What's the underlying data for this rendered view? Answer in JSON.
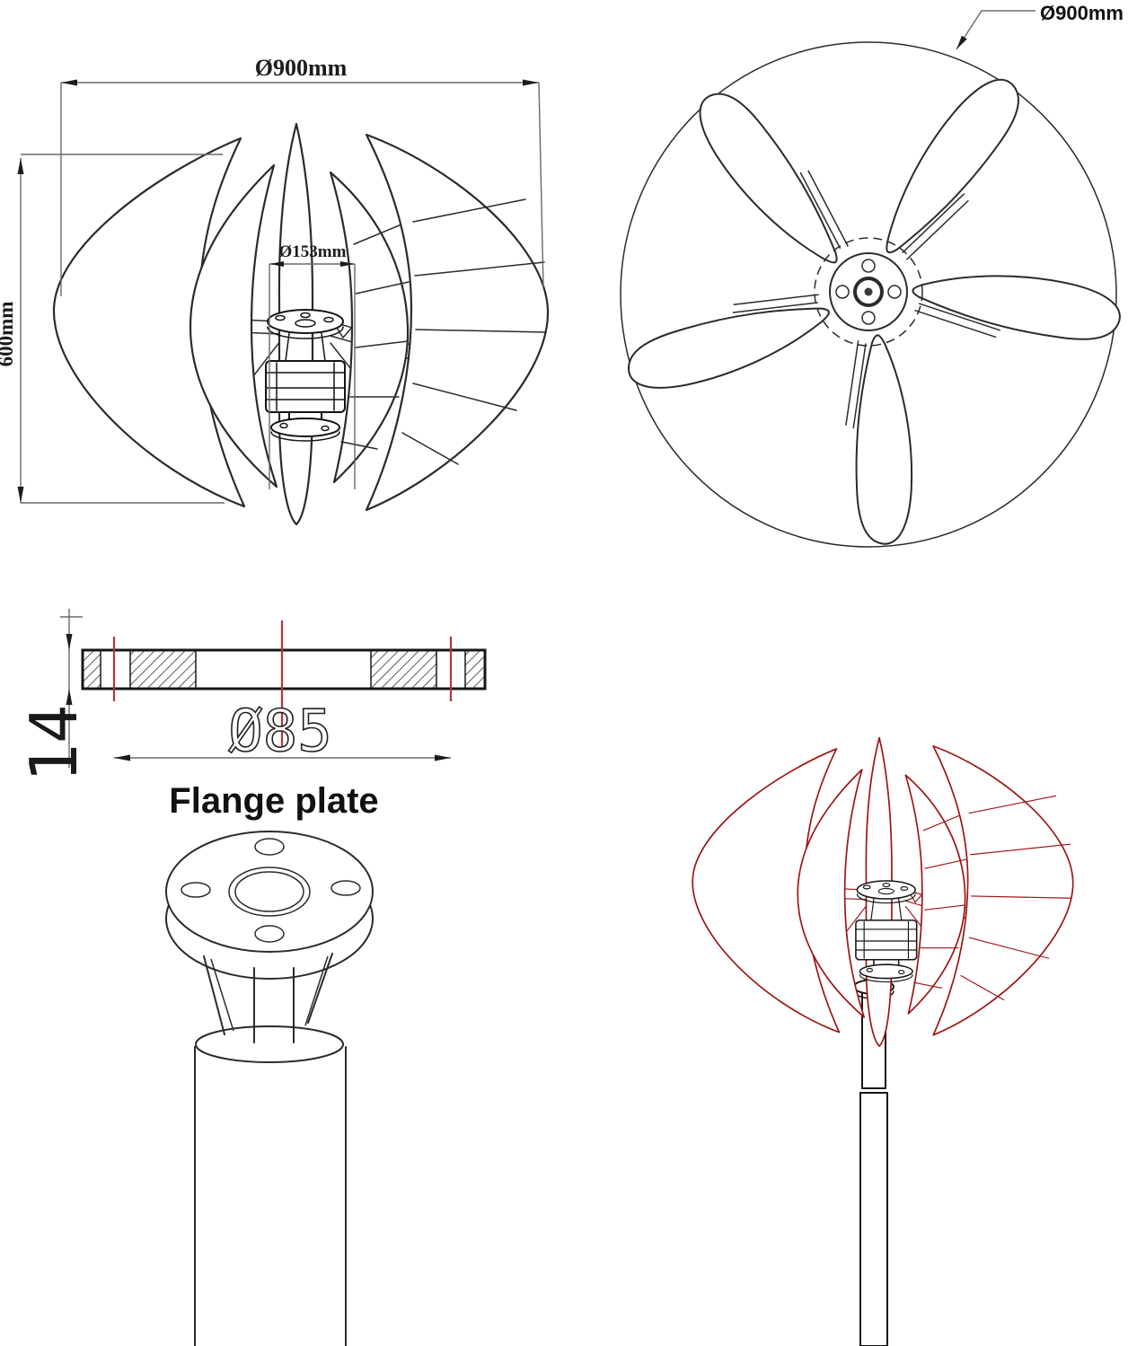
{
  "colors": {
    "ink": "#2b2b2b",
    "dim": "#6a6a6a",
    "centerline": "#b43434",
    "core": "#141414",
    "turbine_red": "#9e1414"
  },
  "figures": {
    "side_view": {
      "title": "lantern wind turbine side view",
      "width_label": "Ø900mm",
      "height_label": "600mm",
      "hub_diameter_label": "Ø153mm",
      "blade_count": 5
    },
    "top_view": {
      "title": "rotor top view",
      "diameter_label": "Ø900mm",
      "blade_count": 5,
      "bolt_hole_count": 4
    },
    "flange_section": {
      "title": "flange plate cross section",
      "thickness_label": "14",
      "diameter_label": "Ø85",
      "caption": "Flange plate"
    },
    "flange_3d": {
      "title": "flange mount on pole",
      "bolt_hole_count": 4
    },
    "assembly": {
      "title": "turbine on mast (red outline)"
    }
  }
}
